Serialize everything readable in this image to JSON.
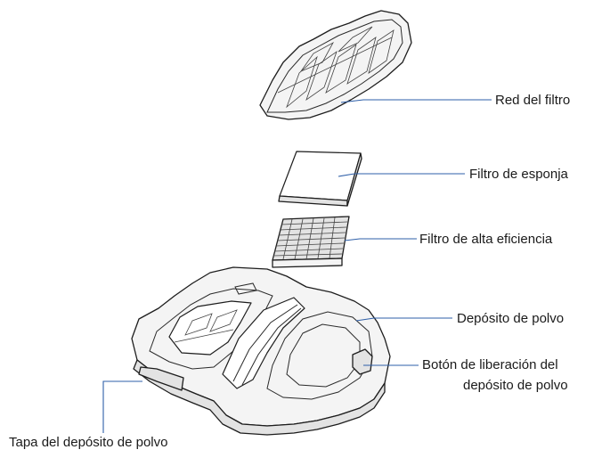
{
  "labels": {
    "filter_net": "Red del filtro",
    "sponge_filter": "Filtro de esponja",
    "hepa_filter": "Filtro de alta eficiencia",
    "dustbin": "Depósito de polvo",
    "release_button_line1": "Botón de liberación del",
    "release_button_line2": "depósito de polvo",
    "dustbin_cover": "Tapa del depósito de polvo"
  },
  "colors": {
    "leader_line": "#2e5fa8",
    "outline": "#1d1d1d"
  }
}
